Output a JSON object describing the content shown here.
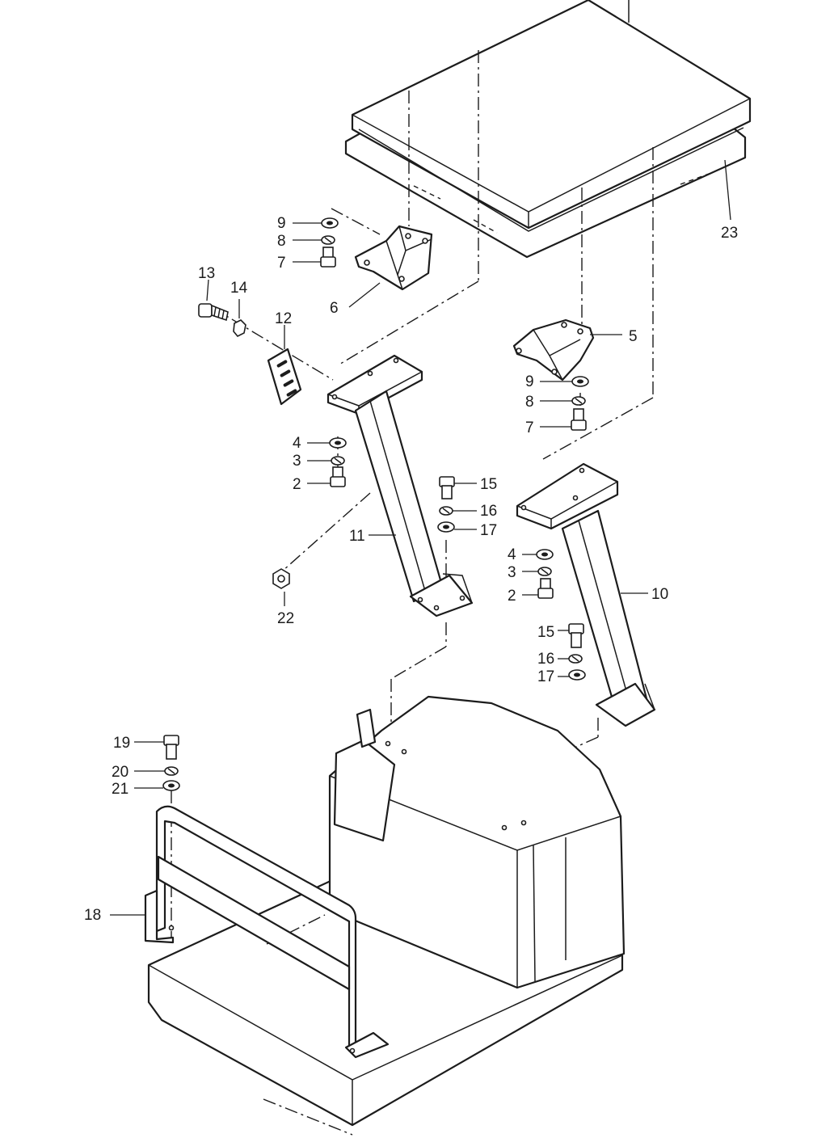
{
  "callouts": {
    "c2a": "2",
    "c3a": "3",
    "c4a": "4",
    "c2b": "2",
    "c3b": "3",
    "c4b": "4",
    "c5": "5",
    "c6": "6",
    "c7a": "7",
    "c8a": "8",
    "c9a": "9",
    "c7b": "7",
    "c8b": "8",
    "c9b": "9",
    "c10": "10",
    "c11": "11",
    "c12": "12",
    "c13": "13",
    "c14": "14",
    "c15a": "15",
    "c16a": "16",
    "c17a": "17",
    "c15b": "15",
    "c16b": "16",
    "c17b": "17",
    "c18": "18",
    "c19": "19",
    "c20": "20",
    "c21": "21",
    "c22": "22",
    "c23": "23"
  }
}
